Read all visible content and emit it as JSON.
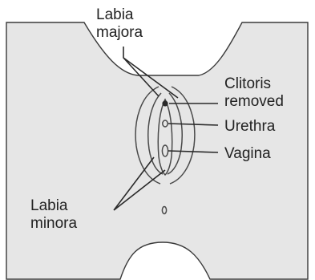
{
  "labels": {
    "labia_majora": [
      "Labia",
      "majora"
    ],
    "clitoris_removed": [
      "Clitoris",
      "removed"
    ],
    "urethra": [
      "Urethra"
    ],
    "vagina": [
      "Vagina"
    ],
    "labia_minora": [
      "Labia",
      "minora"
    ]
  }
}
